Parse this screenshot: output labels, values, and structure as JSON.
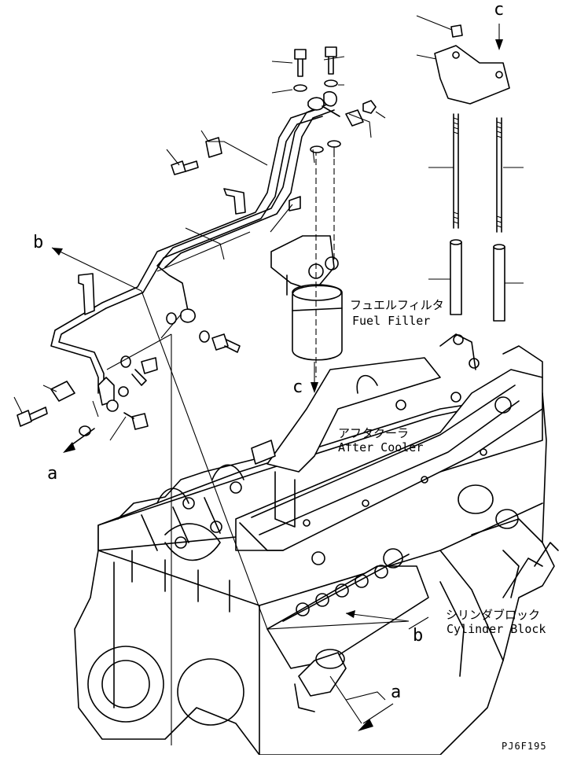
{
  "labels": {
    "fuel_filter_jp": "フュエルフィルタ",
    "fuel_filter_en": "Fuel Filler",
    "after_cooler_jp": "アフタクーラ",
    "after_cooler_en": "After Cooler",
    "cylinder_block_jp": "シリンダブロック",
    "cylinder_block_en": "Cylinder Block"
  },
  "references": {
    "a_left": "a",
    "a_right": "a",
    "b_left": "b",
    "b_right": "b",
    "c_top": "c",
    "c_mid": "c"
  },
  "drawing_code": "PJ6F195"
}
